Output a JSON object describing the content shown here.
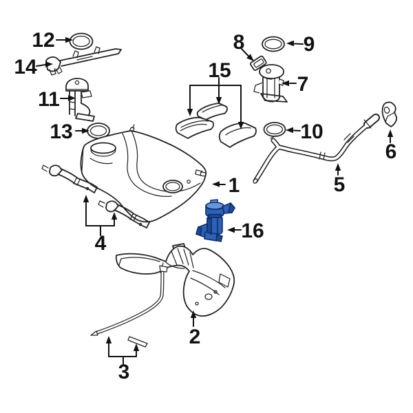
{
  "page": {
    "kind": "exploded-parts-diagram",
    "highlighted_callout": "16"
  },
  "colors": {
    "background": "#ffffff",
    "line": "#222222",
    "label": "#111111",
    "highlight_fill": "#2d62b5",
    "highlight_dark": "#1d4a94",
    "highlight_light": "#6a93d8",
    "highlight_stroke": "#0e2c6b"
  },
  "callouts": {
    "c1": {
      "label": "1"
    },
    "c2": {
      "label": "2"
    },
    "c3": {
      "label": "3"
    },
    "c4": {
      "label": "4"
    },
    "c5": {
      "label": "5"
    },
    "c6": {
      "label": "6"
    },
    "c7": {
      "label": "7"
    },
    "c8": {
      "label": "8"
    },
    "c9": {
      "label": "9"
    },
    "c10": {
      "label": "10"
    },
    "c11": {
      "label": "11"
    },
    "c12": {
      "label": "12"
    },
    "c13": {
      "label": "13"
    },
    "c14": {
      "label": "14"
    },
    "c15": {
      "label": "15"
    },
    "c16": {
      "label": "16"
    }
  }
}
